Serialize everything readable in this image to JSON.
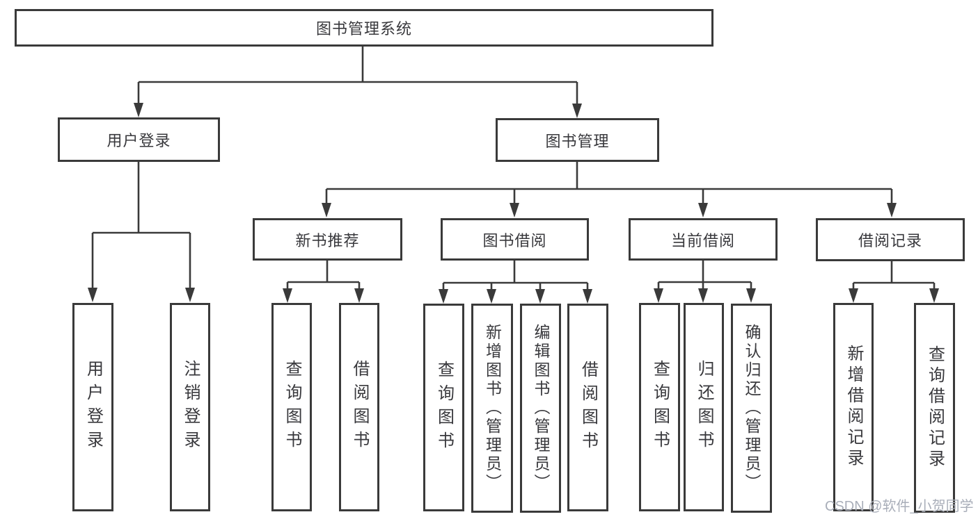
{
  "title": "图书管理系统",
  "level2": {
    "user_login": "用户登录",
    "book_mgmt": "图书管理"
  },
  "level3": {
    "new_books": "新书推荐",
    "borrowing": "图书借阅",
    "current": "当前借阅",
    "records": "借阅记录"
  },
  "leaves": {
    "login": "用户登录",
    "logout": "注销登录",
    "nb_query": "查询图书",
    "nb_borrow": "借阅图书",
    "bw_query": "查询图书",
    "bw_add": "新增图书（管理员）",
    "bw_edit": "编辑图书（管理员）",
    "bw_borrow": "借阅图书",
    "cur_query": "查询图书",
    "cur_return": "归还图书",
    "cur_confirm": "确认归还（管理员）",
    "rec_add": "新增借阅记录",
    "rec_query": "查询借阅记录"
  },
  "watermark": "CSDN @软件_小贺同学",
  "colors": {
    "line": "#3a3a3a",
    "text": "#38383c",
    "watermark": "#a9aeb9",
    "background": "#ffffff"
  }
}
